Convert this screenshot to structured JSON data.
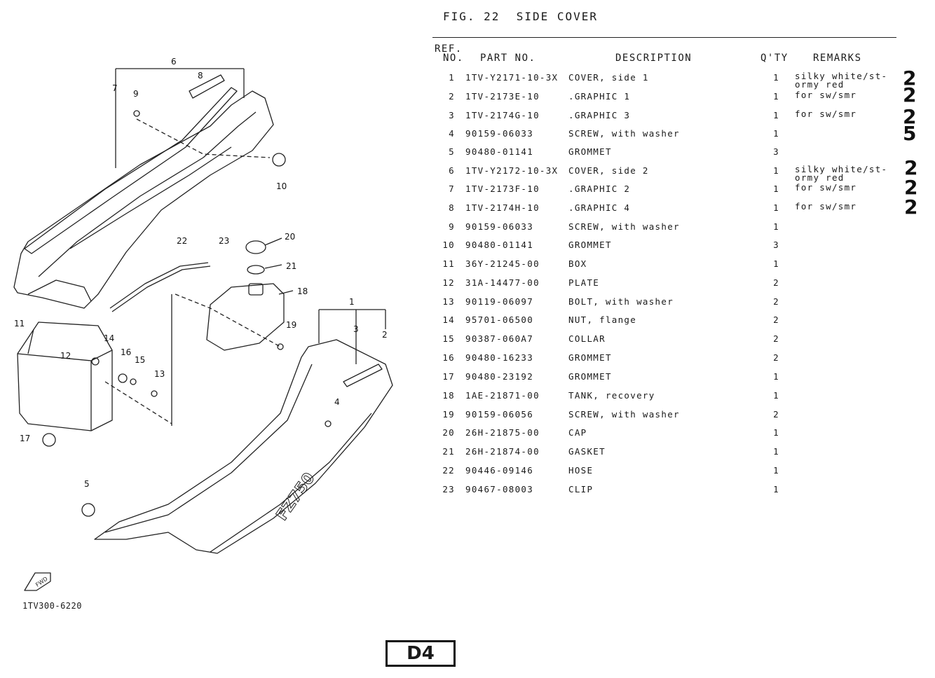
{
  "figure": {
    "title": "FIG. 22  SIDE COVER",
    "drawing_id": "1TV300-6220",
    "page_code": "D4"
  },
  "table": {
    "headers": {
      "ref_line1": "REF.",
      "ref_line2": "NO.",
      "part_no": "PART NO.",
      "description": "DESCRIPTION",
      "qty": "Q'TY",
      "remarks": "REMARKS"
    },
    "rows": [
      {
        "ref": "1",
        "part": "1TV-Y2171-10-3X",
        "desc": "COVER, side 1",
        "qty": "1",
        "remarks": "silky white/st-\normy red"
      },
      {
        "ref": "2",
        "part": "1TV-2173E-10",
        "desc": ".GRAPHIC 1",
        "qty": "1",
        "remarks": "for sw/smr"
      },
      {
        "ref": "3",
        "part": "1TV-2174G-10",
        "desc": ".GRAPHIC 3",
        "qty": "1",
        "remarks": "for sw/smr"
      },
      {
        "ref": "4",
        "part": "90159-06033",
        "desc": "SCREW, with washer",
        "qty": "1",
        "remarks": ""
      },
      {
        "ref": "5",
        "part": "90480-01141",
        "desc": "GROMMET",
        "qty": "3",
        "remarks": ""
      },
      {
        "ref": "6",
        "part": "1TV-Y2172-10-3X",
        "desc": "COVER, side 2",
        "qty": "1",
        "remarks": "silky white/st-\normy red"
      },
      {
        "ref": "7",
        "part": "1TV-2173F-10",
        "desc": ".GRAPHIC 2",
        "qty": "1",
        "remarks": "for sw/smr"
      },
      {
        "ref": "8",
        "part": "1TV-2174H-10",
        "desc": ".GRAPHIC 4",
        "qty": "1",
        "remarks": "for sw/smr"
      },
      {
        "ref": "9",
        "part": "90159-06033",
        "desc": "SCREW, with washer",
        "qty": "1",
        "remarks": ""
      },
      {
        "ref": "10",
        "part": "90480-01141",
        "desc": "GROMMET",
        "qty": "3",
        "remarks": ""
      },
      {
        "ref": "11",
        "part": "36Y-21245-00",
        "desc": "BOX",
        "qty": "1",
        "remarks": ""
      },
      {
        "ref": "12",
        "part": "31A-14477-00",
        "desc": "PLATE",
        "qty": "2",
        "remarks": ""
      },
      {
        "ref": "13",
        "part": "90119-06097",
        "desc": "BOLT, with washer",
        "qty": "2",
        "remarks": ""
      },
      {
        "ref": "14",
        "part": "95701-06500",
        "desc": "NUT, flange",
        "qty": "2",
        "remarks": ""
      },
      {
        "ref": "15",
        "part": "90387-060A7",
        "desc": "COLLAR",
        "qty": "2",
        "remarks": ""
      },
      {
        "ref": "16",
        "part": "90480-16233",
        "desc": "GROMMET",
        "qty": "2",
        "remarks": ""
      },
      {
        "ref": "17",
        "part": "90480-23192",
        "desc": "GROMMET",
        "qty": "1",
        "remarks": ""
      },
      {
        "ref": "18",
        "part": "1AE-21871-00",
        "desc": "TANK, recovery",
        "qty": "1",
        "remarks": ""
      },
      {
        "ref": "19",
        "part": "90159-06056",
        "desc": "SCREW, with washer",
        "qty": "2",
        "remarks": ""
      },
      {
        "ref": "20",
        "part": "26H-21875-00",
        "desc": "CAP",
        "qty": "1",
        "remarks": ""
      },
      {
        "ref": "21",
        "part": "26H-21874-00",
        "desc": "GASKET",
        "qty": "1",
        "remarks": ""
      },
      {
        "ref": "22",
        "part": "90446-09146",
        "desc": "HOSE",
        "qty": "1",
        "remarks": ""
      },
      {
        "ref": "23",
        "part": "90467-08003",
        "desc": "CLIP",
        "qty": "1",
        "remarks": ""
      }
    ]
  },
  "handwritten_notes": [
    "2\n2",
    "2\n5",
    "2",
    "2",
    "2"
  ],
  "callouts": [
    "1",
    "2",
    "3",
    "4",
    "5",
    "6",
    "7",
    "8",
    "9",
    "10",
    "11",
    "12",
    "13",
    "14",
    "15",
    "16",
    "17",
    "18",
    "19",
    "20",
    "21",
    "22",
    "23"
  ],
  "decal_text": {
    "model": "FZ750",
    "fwd_arrow": "FWD"
  }
}
